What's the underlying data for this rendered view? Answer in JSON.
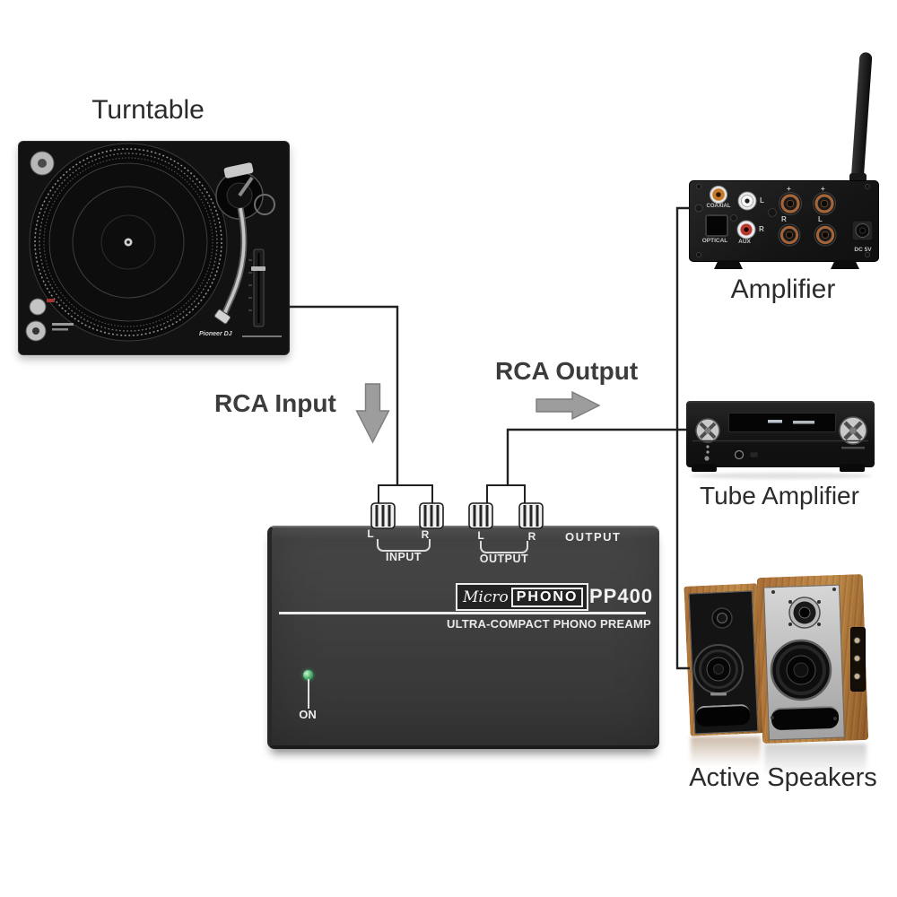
{
  "labels": {
    "turntable": "Turntable",
    "amplifier": "Amplifier",
    "tube_amplifier": "Tube Amplifier",
    "active_speakers": "Active Speakers"
  },
  "connections": {
    "rca_input": "RCA Input",
    "rca_output": "RCA Output"
  },
  "preamp": {
    "brand_script": "Micro",
    "brand_block": "PHONO",
    "model": "PP400",
    "tagline": "ULTRA-COMPACT PHONO PREAMP",
    "power_label": "ON",
    "top_panel_output_label": "OUTPUT",
    "jack_groups": [
      {
        "left": "L",
        "right": "R",
        "label": "INPUT"
      },
      {
        "left": "L",
        "right": "R",
        "label": "OUTPUT"
      }
    ]
  },
  "amplifier_panel": {
    "coaxial": "COAXIAL",
    "optical": "OPTICAL",
    "aux": "AUX",
    "aux_left": "L",
    "aux_right": "R",
    "plus": "+",
    "speaker_right": "R",
    "speaker_left": "L",
    "dc": "DC 5V"
  },
  "turntable_device": {
    "brand": "Pioneer DJ"
  },
  "colors": {
    "background": "#ffffff",
    "wire": "#212121",
    "arrow_fill": "#9d9d9d",
    "label_text": "#2b2b2b",
    "preamp_body": "#3e3e3e",
    "wood": "#b07a3c",
    "led_green": "#4ab06b"
  }
}
